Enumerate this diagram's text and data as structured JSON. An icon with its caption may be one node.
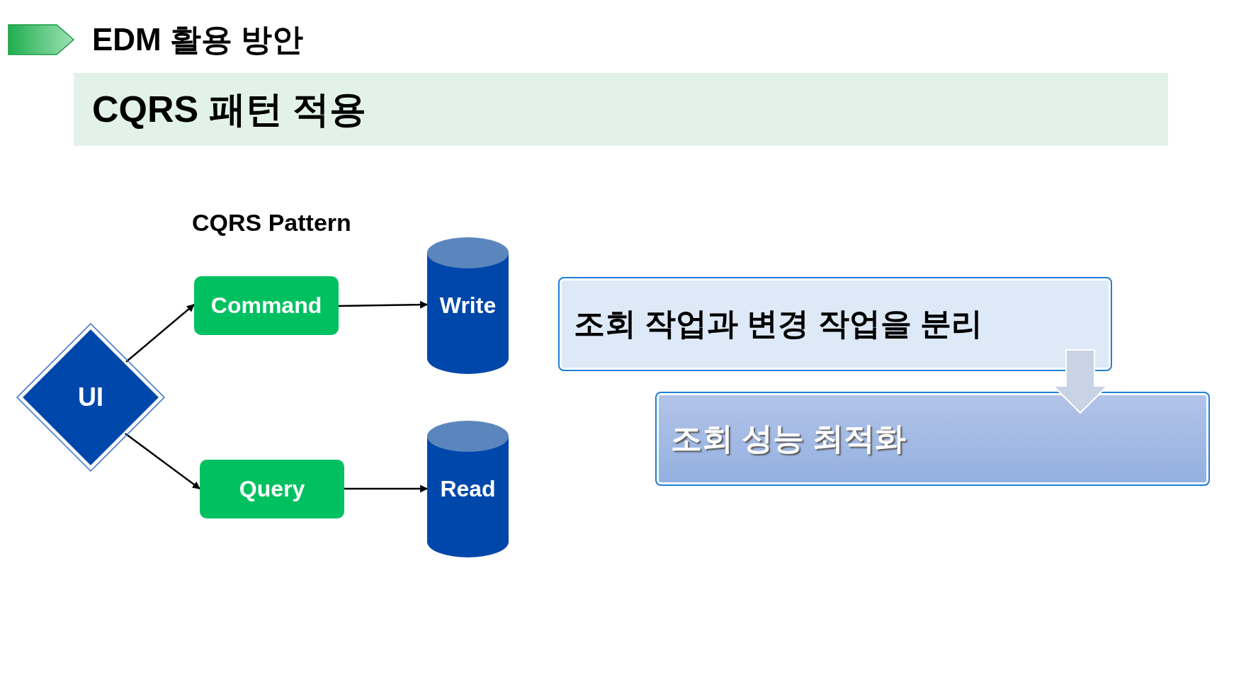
{
  "diagram": {
    "title": "EDM 활용 방안",
    "nodes": [
      {
        "text": [
          "CQRS 패턴 적용"
        ]
      },
      {
        "text": [
          "UI"
        ]
      },
      {
        "text": [
          "Command"
        ]
      },
      {
        "text": [
          "Query"
        ]
      },
      {
        "text": [
          "Write"
        ]
      },
      {
        "text": [
          "Read"
        ]
      },
      {
        "text": [
          "조회 작업과 변경 작업을 분리"
        ]
      },
      {
        "text": [
          "조회 성능 최적화"
        ]
      }
    ],
    "edges": [
      {
        "from": 1,
        "to": 2,
        "arrow": "to"
      },
      {
        "from": 1,
        "to": 3,
        "arrow": "to"
      },
      {
        "from": 2,
        "to": 4,
        "arrow": "to"
      },
      {
        "from": 3,
        "to": 5,
        "arrow": "to"
      },
      {
        "from": 6,
        "to": 7,
        "arrow": "to",
        "style": "thick",
        "color": "#c9d3e6"
      }
    ],
    "labels": [
      "CQRS Pattern"
    ]
  }
}
